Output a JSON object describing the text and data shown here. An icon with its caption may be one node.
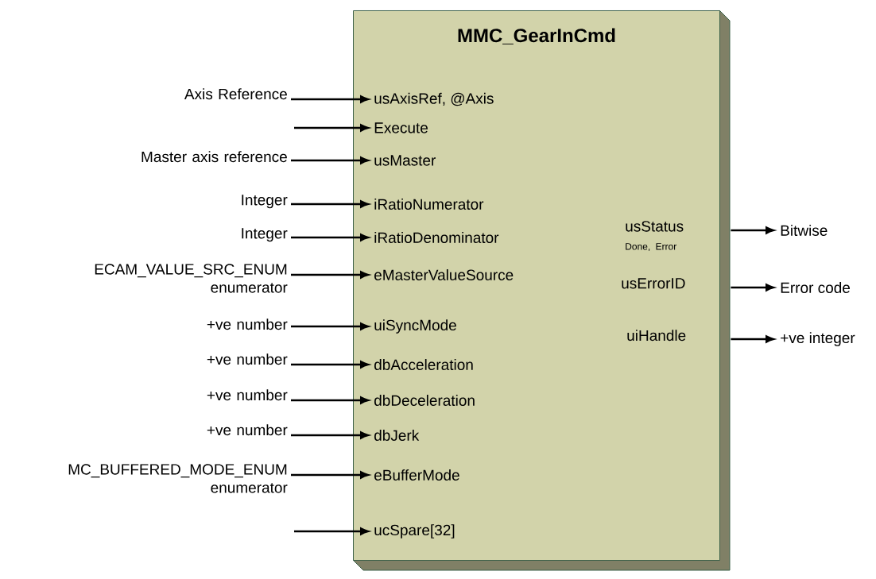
{
  "diagram": {
    "nodes": [
      {
        "text": [
          "MMC_GearInCmd"
        ]
      },
      {
        "text": [
          "Axis Reference"
        ]
      },
      {
        "text": [
          "usAxisRef, @Axis"
        ],
        "in": 0
      },
      {
        "text": [
          "Execute"
        ],
        "in": 0
      },
      {
        "text": [
          "Master axis reference"
        ]
      },
      {
        "text": [
          "usMaster"
        ],
        "in": 0
      },
      {
        "text": [
          "Integer"
        ]
      },
      {
        "text": [
          "iRatioNumerator"
        ],
        "in": 0
      },
      {
        "text": [
          "Integer"
        ]
      },
      {
        "text": [
          "iRatioDenominator"
        ],
        "in": 0
      },
      {
        "text": [
          "ECAM_VALUE_SRC_ENUM enumerator"
        ]
      },
      {
        "text": [
          "eMasterValueSource"
        ],
        "in": 0
      },
      {
        "text": [
          "+ve number"
        ]
      },
      {
        "text": [
          "uiSyncMode"
        ],
        "in": 0
      },
      {
        "text": [
          "+ve number"
        ]
      },
      {
        "text": [
          "dbAcceleration"
        ],
        "in": 0
      },
      {
        "text": [
          "+ve number"
        ]
      },
      {
        "text": [
          "dbDeceleration"
        ],
        "in": 0
      },
      {
        "text": [
          "+ve number"
        ]
      },
      {
        "text": [
          "dbJerk"
        ],
        "in": 0
      },
      {
        "text": [
          "MC_BUFFERED_MODE_ENUM enumerator"
        ]
      },
      {
        "text": [
          "eBufferMode"
        ],
        "in": 0
      },
      {
        "text": [
          "ucSpare[32]"
        ],
        "in": 0
      },
      {
        "text": [
          "usStatus",
          "Done, Error"
        ],
        "in": 0
      },
      {
        "text": [
          "Bitwise"
        ]
      },
      {
        "text": [
          "usErrorID"
        ],
        "in": 0
      },
      {
        "text": [
          "Error code"
        ]
      },
      {
        "text": [
          "uiHandle"
        ],
        "in": 0
      },
      {
        "text": [
          "+ve integer"
        ]
      }
    ],
    "edges": [
      {
        "from": 1,
        "to": 2,
        "arrow": "to"
      },
      {
        "from": null,
        "to": 3,
        "arrow": "to"
      },
      {
        "from": 4,
        "to": 5,
        "arrow": "to"
      },
      {
        "from": 6,
        "to": 7,
        "arrow": "to"
      },
      {
        "from": 8,
        "to": 9,
        "arrow": "to"
      },
      {
        "from": 10,
        "to": 11,
        "arrow": "to"
      },
      {
        "from": 12,
        "to": 13,
        "arrow": "to"
      },
      {
        "from": 14,
        "to": 15,
        "arrow": "to"
      },
      {
        "from": 16,
        "to": 17,
        "arrow": "to"
      },
      {
        "from": 18,
        "to": 19,
        "arrow": "to"
      },
      {
        "from": 20,
        "to": 21,
        "arrow": "to"
      },
      {
        "from": null,
        "to": 22,
        "arrow": "to"
      },
      {
        "from": 23,
        "to": 24,
        "arrow": "to"
      },
      {
        "from": 25,
        "to": 26,
        "arrow": "to"
      },
      {
        "from": 27,
        "to": 28,
        "arrow": "to"
      }
    ]
  }
}
